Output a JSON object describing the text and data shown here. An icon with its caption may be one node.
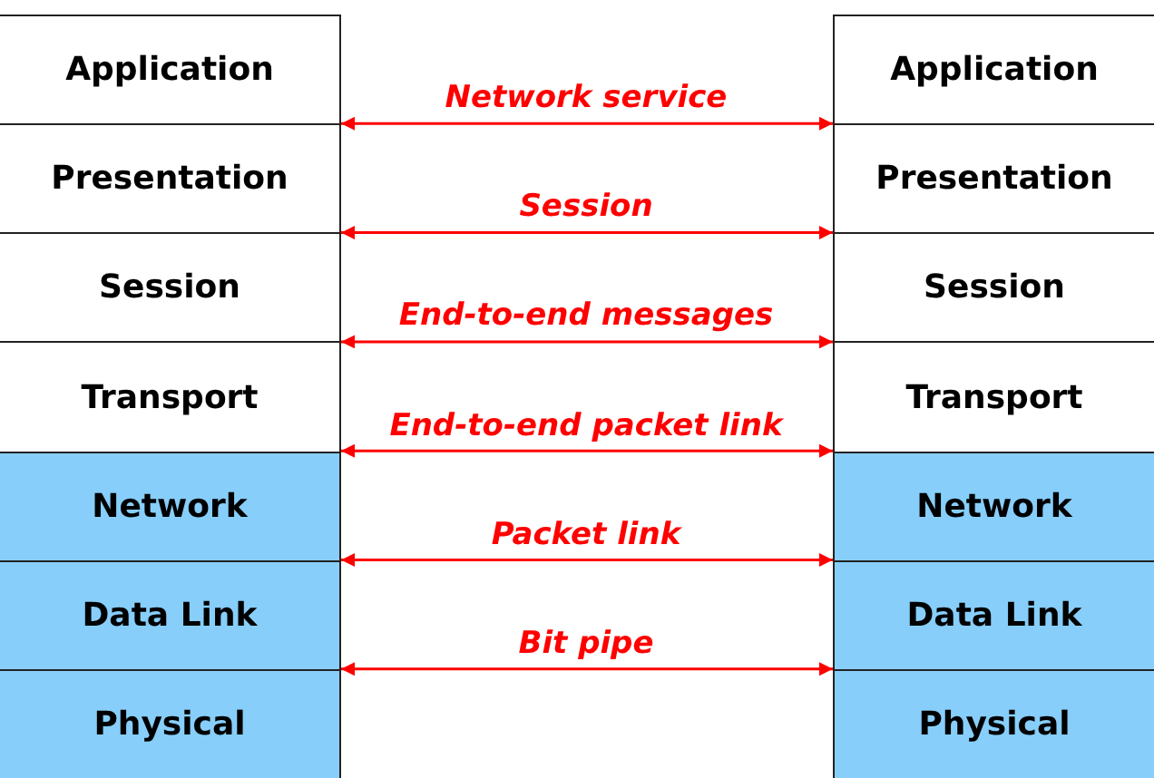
{
  "diagram": {
    "nodes": [
      {
        "text": [
          "Application"
        ]
      },
      {
        "text": [
          "Presentation"
        ]
      },
      {
        "text": [
          "Session"
        ]
      },
      {
        "text": [
          "Transport"
        ]
      },
      {
        "text": [
          "Network"
        ]
      },
      {
        "text": [
          "Data Link"
        ]
      },
      {
        "text": [
          "Physical"
        ]
      },
      {
        "text": [
          "Application"
        ]
      },
      {
        "text": [
          "Presentation"
        ]
      },
      {
        "text": [
          "Session"
        ]
      },
      {
        "text": [
          "Transport"
        ]
      },
      {
        "text": [
          "Network"
        ]
      },
      {
        "text": [
          "Data Link"
        ]
      },
      {
        "text": [
          "Physical"
        ]
      }
    ],
    "edges": [
      {
        "from": 0,
        "to": 7,
        "arrow": "both",
        "label": "Network service"
      },
      {
        "from": 1,
        "to": 8,
        "arrow": "both",
        "label": "Session"
      },
      {
        "from": 2,
        "to": 9,
        "arrow": "both",
        "label": "End-to-end messages"
      },
      {
        "from": 3,
        "to": 10,
        "arrow": "both",
        "label": "End-to-end packet link"
      },
      {
        "from": 4,
        "to": 11,
        "arrow": "both",
        "label": "Packet link"
      },
      {
        "from": 5,
        "to": 12,
        "arrow": "both",
        "label": "Bit pipe"
      }
    ]
  }
}
